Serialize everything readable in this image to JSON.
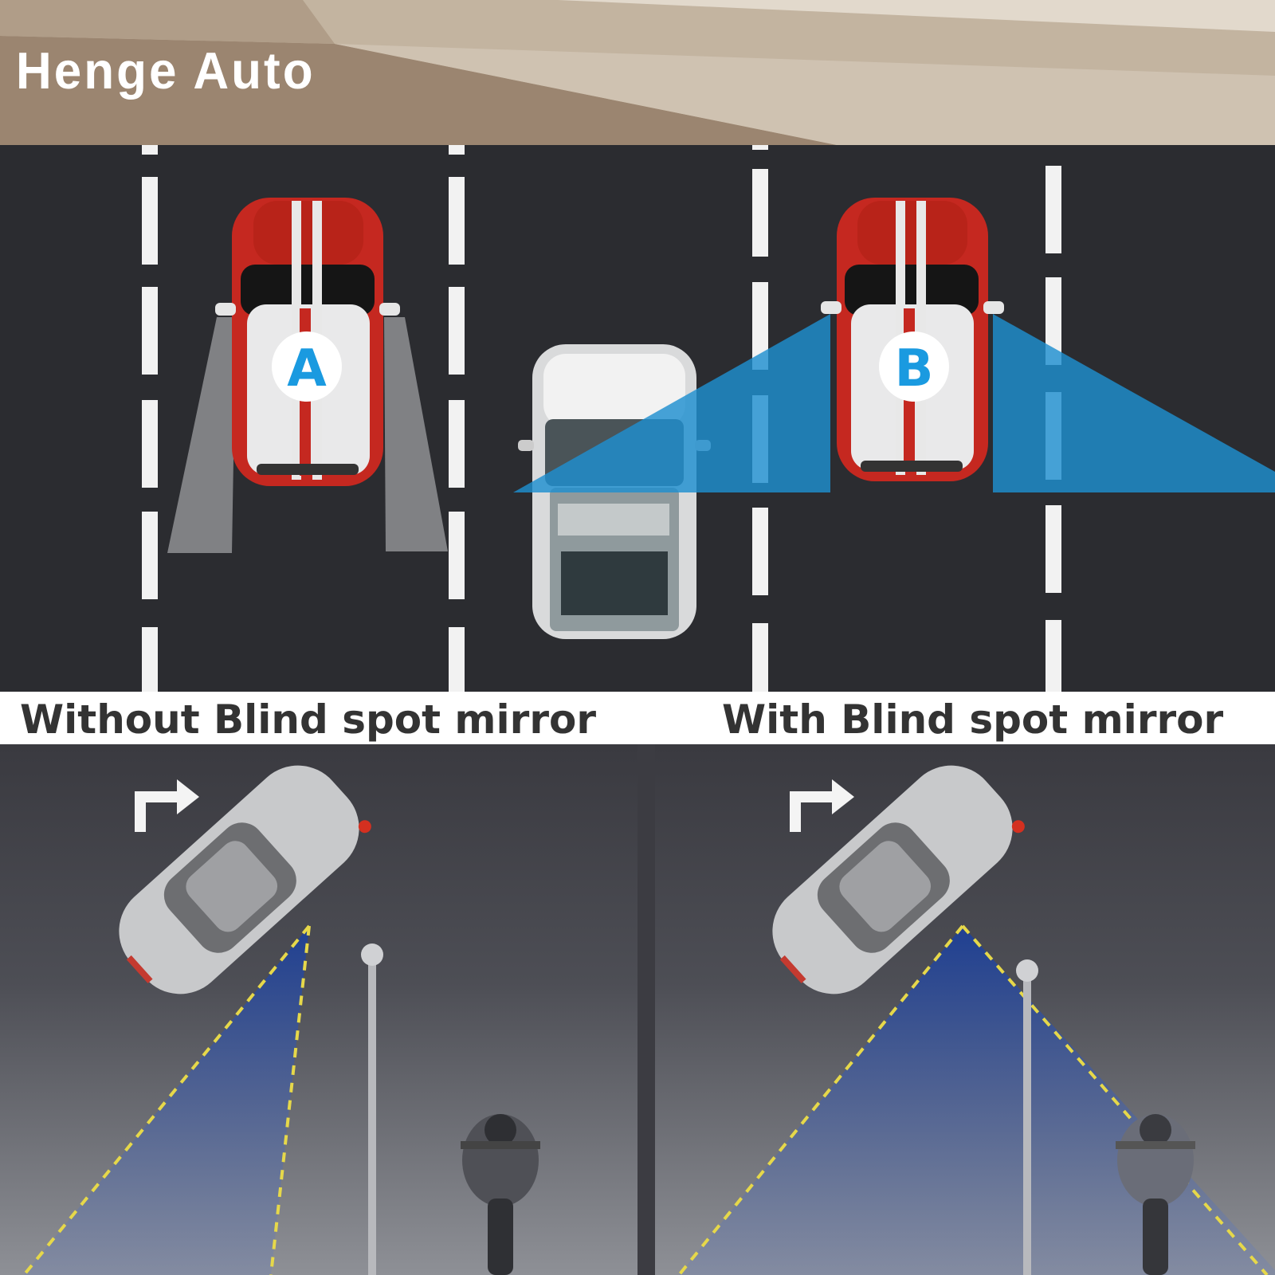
{
  "brand": {
    "name": "Henge Auto"
  },
  "top_scene": {
    "car_a_label": "A",
    "car_b_label": "B"
  },
  "captions": {
    "left": "Without Blind spot mirror",
    "right": "With Blind spot mirror"
  },
  "colors": {
    "road": "#2b2c30",
    "header_dark": "#9b8570",
    "header_light": "#d4c7b6",
    "view_cone_blue": "#1e8fcf",
    "car_red": "#c52820",
    "label_blue": "#1a9ae0"
  },
  "icons": [
    "turn-right-arrow-icon",
    "turn-right-arrow-icon"
  ]
}
